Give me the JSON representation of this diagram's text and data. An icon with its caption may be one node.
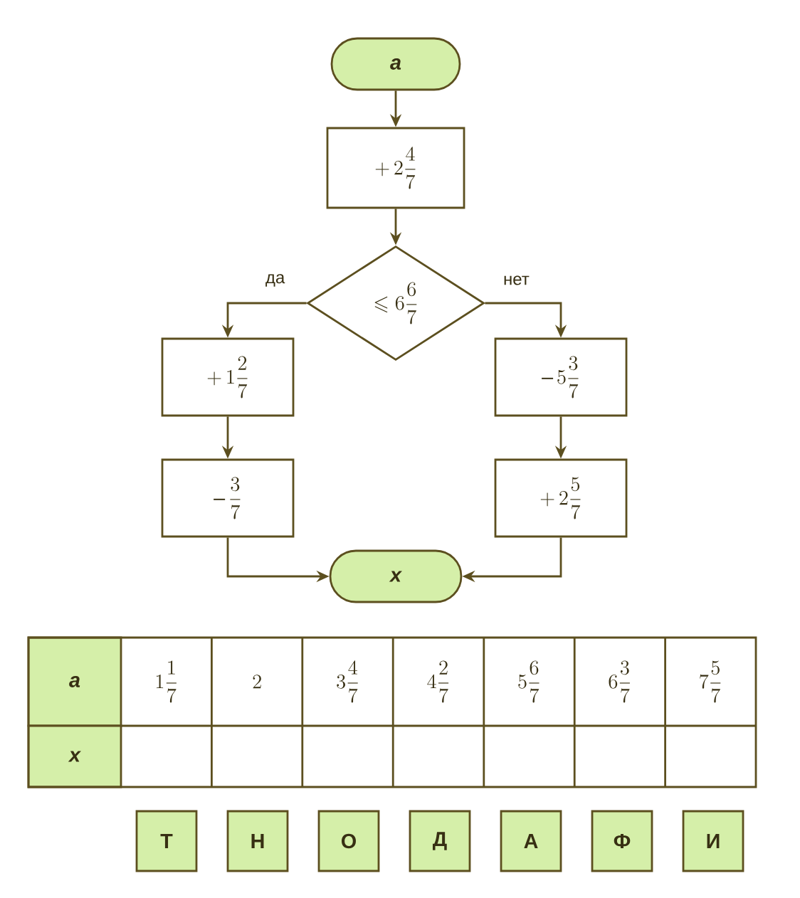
{
  "diagram": {
    "nodes": [
      {
        "text": [
          "a"
        ]
      },
      {
        "text": [
          "+\\,2\\frac{4}{7}"
        ]
      },
      {
        "text": [
          "\\leqslant 6\\frac{6}{7}"
        ]
      },
      {
        "text": [
          "+\\,1\\frac{2}{7}"
        ]
      },
      {
        "text": [
          "-\\,\\frac{3}{7}"
        ]
      },
      {
        "text": [
          "-\\,5\\frac{3}{7}"
        ]
      },
      {
        "text": [
          "+\\,2\\frac{5}{7}"
        ]
      },
      {
        "text": [
          "x"
        ]
      },
      {
        "text": [
          "Т"
        ]
      },
      {
        "text": [
          "Н"
        ]
      },
      {
        "text": [
          "О"
        ]
      },
      {
        "text": [
          "Д"
        ]
      },
      {
        "text": [
          "А"
        ]
      },
      {
        "text": [
          "Ф"
        ]
      },
      {
        "text": [
          "И"
        ]
      }
    ],
    "edges": [
      {
        "from": 0,
        "to": 1,
        "arrow": "to"
      },
      {
        "from": 1,
        "to": 2,
        "arrow": "to"
      },
      {
        "from": 2,
        "to": 3,
        "arrow": "to",
        "label": "да"
      },
      {
        "from": 2,
        "to": 5,
        "arrow": "to",
        "label": "нет"
      },
      {
        "from": 3,
        "to": 4,
        "arrow": "to"
      },
      {
        "from": 5,
        "to": 6,
        "arrow": "to"
      },
      {
        "from": 4,
        "to": 7,
        "arrow": "to"
      },
      {
        "from": 6,
        "to": 7,
        "arrow": "to"
      }
    ],
    "labels": [
      "a",
      "1\\frac{1}{7}",
      "2",
      "3\\frac{4}{7}",
      "4\\frac{2}{7}",
      "5\\frac{6}{7}",
      "6\\frac{3}{7}",
      "7\\frac{5}{7}",
      "x"
    ]
  }
}
